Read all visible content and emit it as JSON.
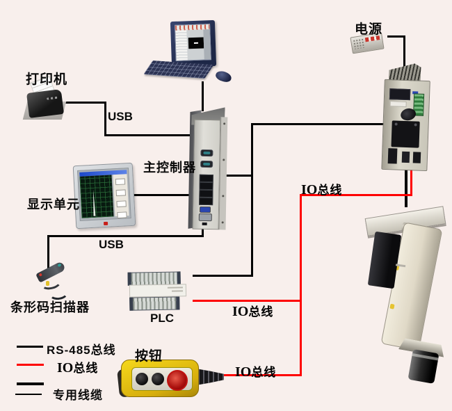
{
  "diagram": {
    "title_hint": "控制系统连接示意图",
    "colors": {
      "background": "#f8efec",
      "rs485_bus": "#000000",
      "io_bus": "#fe0000",
      "pendant_yellow": "#edc711"
    },
    "labels": {
      "printer": "打印机",
      "usb": "USB",
      "controller": "主控制器",
      "display_unit": "显示单元",
      "barcode_scanner": "条形码扫描器",
      "plc": "PLC",
      "power": "电源",
      "pushbutton": "按钮",
      "io_bold": "IO",
      "io_rest": "总线"
    },
    "legend": {
      "rs485": "RS-485总线",
      "io_bold": "IO",
      "io_rest": "总线",
      "dedicated": "专用线缆"
    },
    "connections": [
      {
        "from": "computer",
        "to": "main-controller",
        "bus": "RS-485"
      },
      {
        "from": "printer",
        "to": "main-controller",
        "bus": "USB"
      },
      {
        "from": "display-unit",
        "to": "main-controller",
        "bus": "RS-485"
      },
      {
        "from": "barcode-scanner",
        "to": "main-controller",
        "bus": "USB"
      },
      {
        "from": "main-controller",
        "to": "servo-drive",
        "bus": "RS-485"
      },
      {
        "from": "main-controller",
        "to": "plc",
        "bus": "RS-485"
      },
      {
        "from": "power-supply",
        "to": "servo-drive",
        "bus": "power"
      },
      {
        "from": "plc",
        "to": "servo-drive",
        "bus": "IO"
      },
      {
        "from": "pushbutton",
        "to": "servo-drive",
        "bus": "IO"
      },
      {
        "from": "servo-drive",
        "to": "cylinder-actuator",
        "bus": "dedicated-cable"
      }
    ]
  }
}
